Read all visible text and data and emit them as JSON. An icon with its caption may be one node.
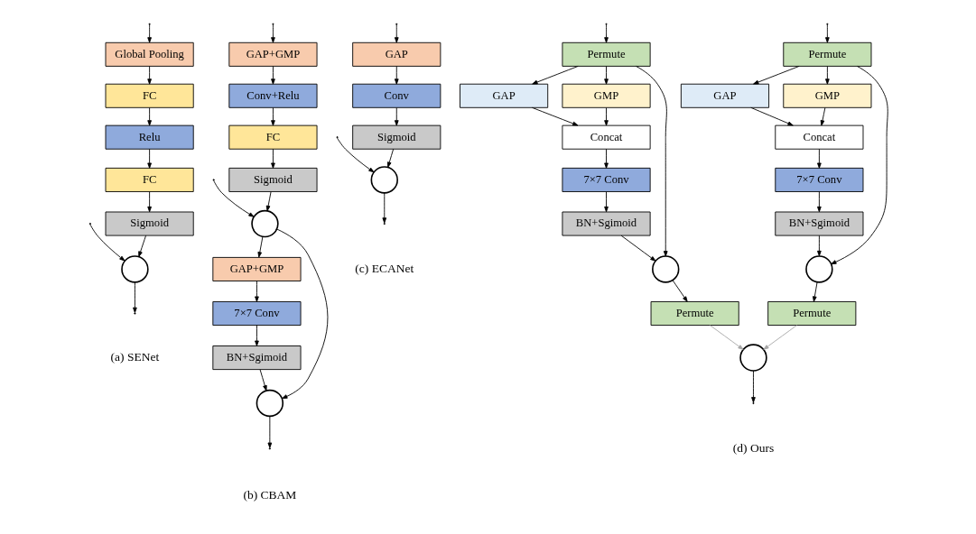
{
  "diagram": {
    "nodes": [
      {
        "text": [
          "Global Pooling"
        ]
      },
      {
        "text": [
          "FC"
        ]
      },
      {
        "text": [
          "Relu"
        ]
      },
      {
        "text": [
          "FC"
        ]
      },
      {
        "text": [
          "Sigmoid"
        ]
      },
      {
        "text": [],
        "shape": "circle"
      },
      {
        "text": [
          "GAP+GMP"
        ]
      },
      {
        "text": [
          "Conv+Relu"
        ]
      },
      {
        "text": [
          "FC"
        ]
      },
      {
        "text": [
          "Sigmoid"
        ]
      },
      {
        "text": [],
        "shape": "circle"
      },
      {
        "text": [
          "GAP+GMP"
        ]
      },
      {
        "text": [
          "7×7 Conv"
        ]
      },
      {
        "text": [
          "BN+Sgimoid"
        ]
      },
      {
        "text": [],
        "shape": "circle"
      },
      {
        "text": [
          "GAP"
        ]
      },
      {
        "text": [
          "Conv"
        ]
      },
      {
        "text": [
          "Sigmoid"
        ]
      },
      {
        "text": [],
        "shape": "circle"
      },
      {
        "text": [
          "Permute"
        ]
      },
      {
        "text": [
          "Permute"
        ]
      },
      {
        "text": [
          "GAP"
        ]
      },
      {
        "text": [
          "GMP"
        ]
      },
      {
        "text": [
          "GAP"
        ]
      },
      {
        "text": [
          "GMP"
        ]
      },
      {
        "text": [
          "Concat"
        ]
      },
      {
        "text": [
          "Concat"
        ]
      },
      {
        "text": [
          "7×7 Conv"
        ]
      },
      {
        "text": [
          "7×7 Conv"
        ]
      },
      {
        "text": [
          "BN+Sgimoid"
        ]
      },
      {
        "text": [
          "BN+Sgimoid"
        ]
      },
      {
        "text": [],
        "shape": "circle"
      },
      {
        "text": [],
        "shape": "circle"
      },
      {
        "text": [
          "Permute"
        ]
      },
      {
        "text": [
          "Permute"
        ]
      },
      {
        "text": [],
        "shape": "circle"
      }
    ],
    "edges": [
      {
        "from": null,
        "to": 0,
        "arrow": "to"
      },
      {
        "from": null,
        "to": 5,
        "arrow": "to"
      },
      {
        "from": 0,
        "to": 1,
        "arrow": "to"
      },
      {
        "from": 1,
        "to": 2,
        "arrow": "to"
      },
      {
        "from": 2,
        "to": 3,
        "arrow": "to"
      },
      {
        "from": 3,
        "to": 4,
        "arrow": "to"
      },
      {
        "from": 4,
        "to": 5,
        "arrow": "to"
      },
      {
        "from": 5,
        "to": null,
        "arrow": "to"
      },
      {
        "from": null,
        "to": 6,
        "arrow": "to"
      },
      {
        "from": null,
        "to": 10,
        "arrow": "to"
      },
      {
        "from": 6,
        "to": 7,
        "arrow": "to"
      },
      {
        "from": 7,
        "to": 8,
        "arrow": "to"
      },
      {
        "from": 8,
        "to": 9,
        "arrow": "to"
      },
      {
        "from": 9,
        "to": 10,
        "arrow": "to"
      },
      {
        "from": 10,
        "to": 11,
        "arrow": "to"
      },
      {
        "from": 10,
        "to": 14,
        "arrow": "to"
      },
      {
        "from": 11,
        "to": 12,
        "arrow": "to"
      },
      {
        "from": 12,
        "to": 13,
        "arrow": "to"
      },
      {
        "from": 13,
        "to": 14,
        "arrow": "to"
      },
      {
        "from": 14,
        "to": null,
        "arrow": "to"
      },
      {
        "from": null,
        "to": 15,
        "arrow": "to"
      },
      {
        "from": null,
        "to": 18,
        "arrow": "to"
      },
      {
        "from": 15,
        "to": 16,
        "arrow": "to"
      },
      {
        "from": 16,
        "to": 17,
        "arrow": "to"
      },
      {
        "from": 17,
        "to": 18,
        "arrow": "to"
      },
      {
        "from": 18,
        "to": null,
        "arrow": "to"
      },
      {
        "from": null,
        "to": 19,
        "arrow": "to"
      },
      {
        "from": null,
        "to": 20,
        "arrow": "to"
      },
      {
        "from": 19,
        "to": 21,
        "arrow": "to"
      },
      {
        "from": 19,
        "to": 22,
        "arrow": "to"
      },
      {
        "from": 20,
        "to": 23,
        "arrow": "to"
      },
      {
        "from": 20,
        "to": 24,
        "arrow": "to"
      },
      {
        "from": 21,
        "to": 25,
        "arrow": "to"
      },
      {
        "from": 22,
        "to": 25,
        "arrow": "to"
      },
      {
        "from": 23,
        "to": 26,
        "arrow": "to"
      },
      {
        "from": 24,
        "to": 26,
        "arrow": "to"
      },
      {
        "from": 25,
        "to": 27,
        "arrow": "to"
      },
      {
        "from": 26,
        "to": 28,
        "arrow": "to"
      },
      {
        "from": 27,
        "to": 29,
        "arrow": "to"
      },
      {
        "from": 28,
        "to": 30,
        "arrow": "to"
      },
      {
        "from": 29,
        "to": 31,
        "arrow": "to"
      },
      {
        "from": 30,
        "to": 32,
        "arrow": "to"
      },
      {
        "from": 19,
        "to": 31,
        "arrow": "to"
      },
      {
        "from": 20,
        "to": 32,
        "arrow": "to"
      },
      {
        "from": 31,
        "to": 33,
        "arrow": "to"
      },
      {
        "from": 32,
        "to": 34,
        "arrow": "to"
      },
      {
        "from": 33,
        "to": 35,
        "arrow": "to",
        "color": "#a6a6a6"
      },
      {
        "from": 34,
        "to": 35,
        "arrow": "to",
        "color": "#a6a6a6"
      },
      {
        "from": 35,
        "to": null,
        "arrow": "to"
      }
    ],
    "labels": [
      "(a) SENet",
      "(b) CBAM",
      "(c) ECANet",
      "(d) Ours"
    ]
  }
}
